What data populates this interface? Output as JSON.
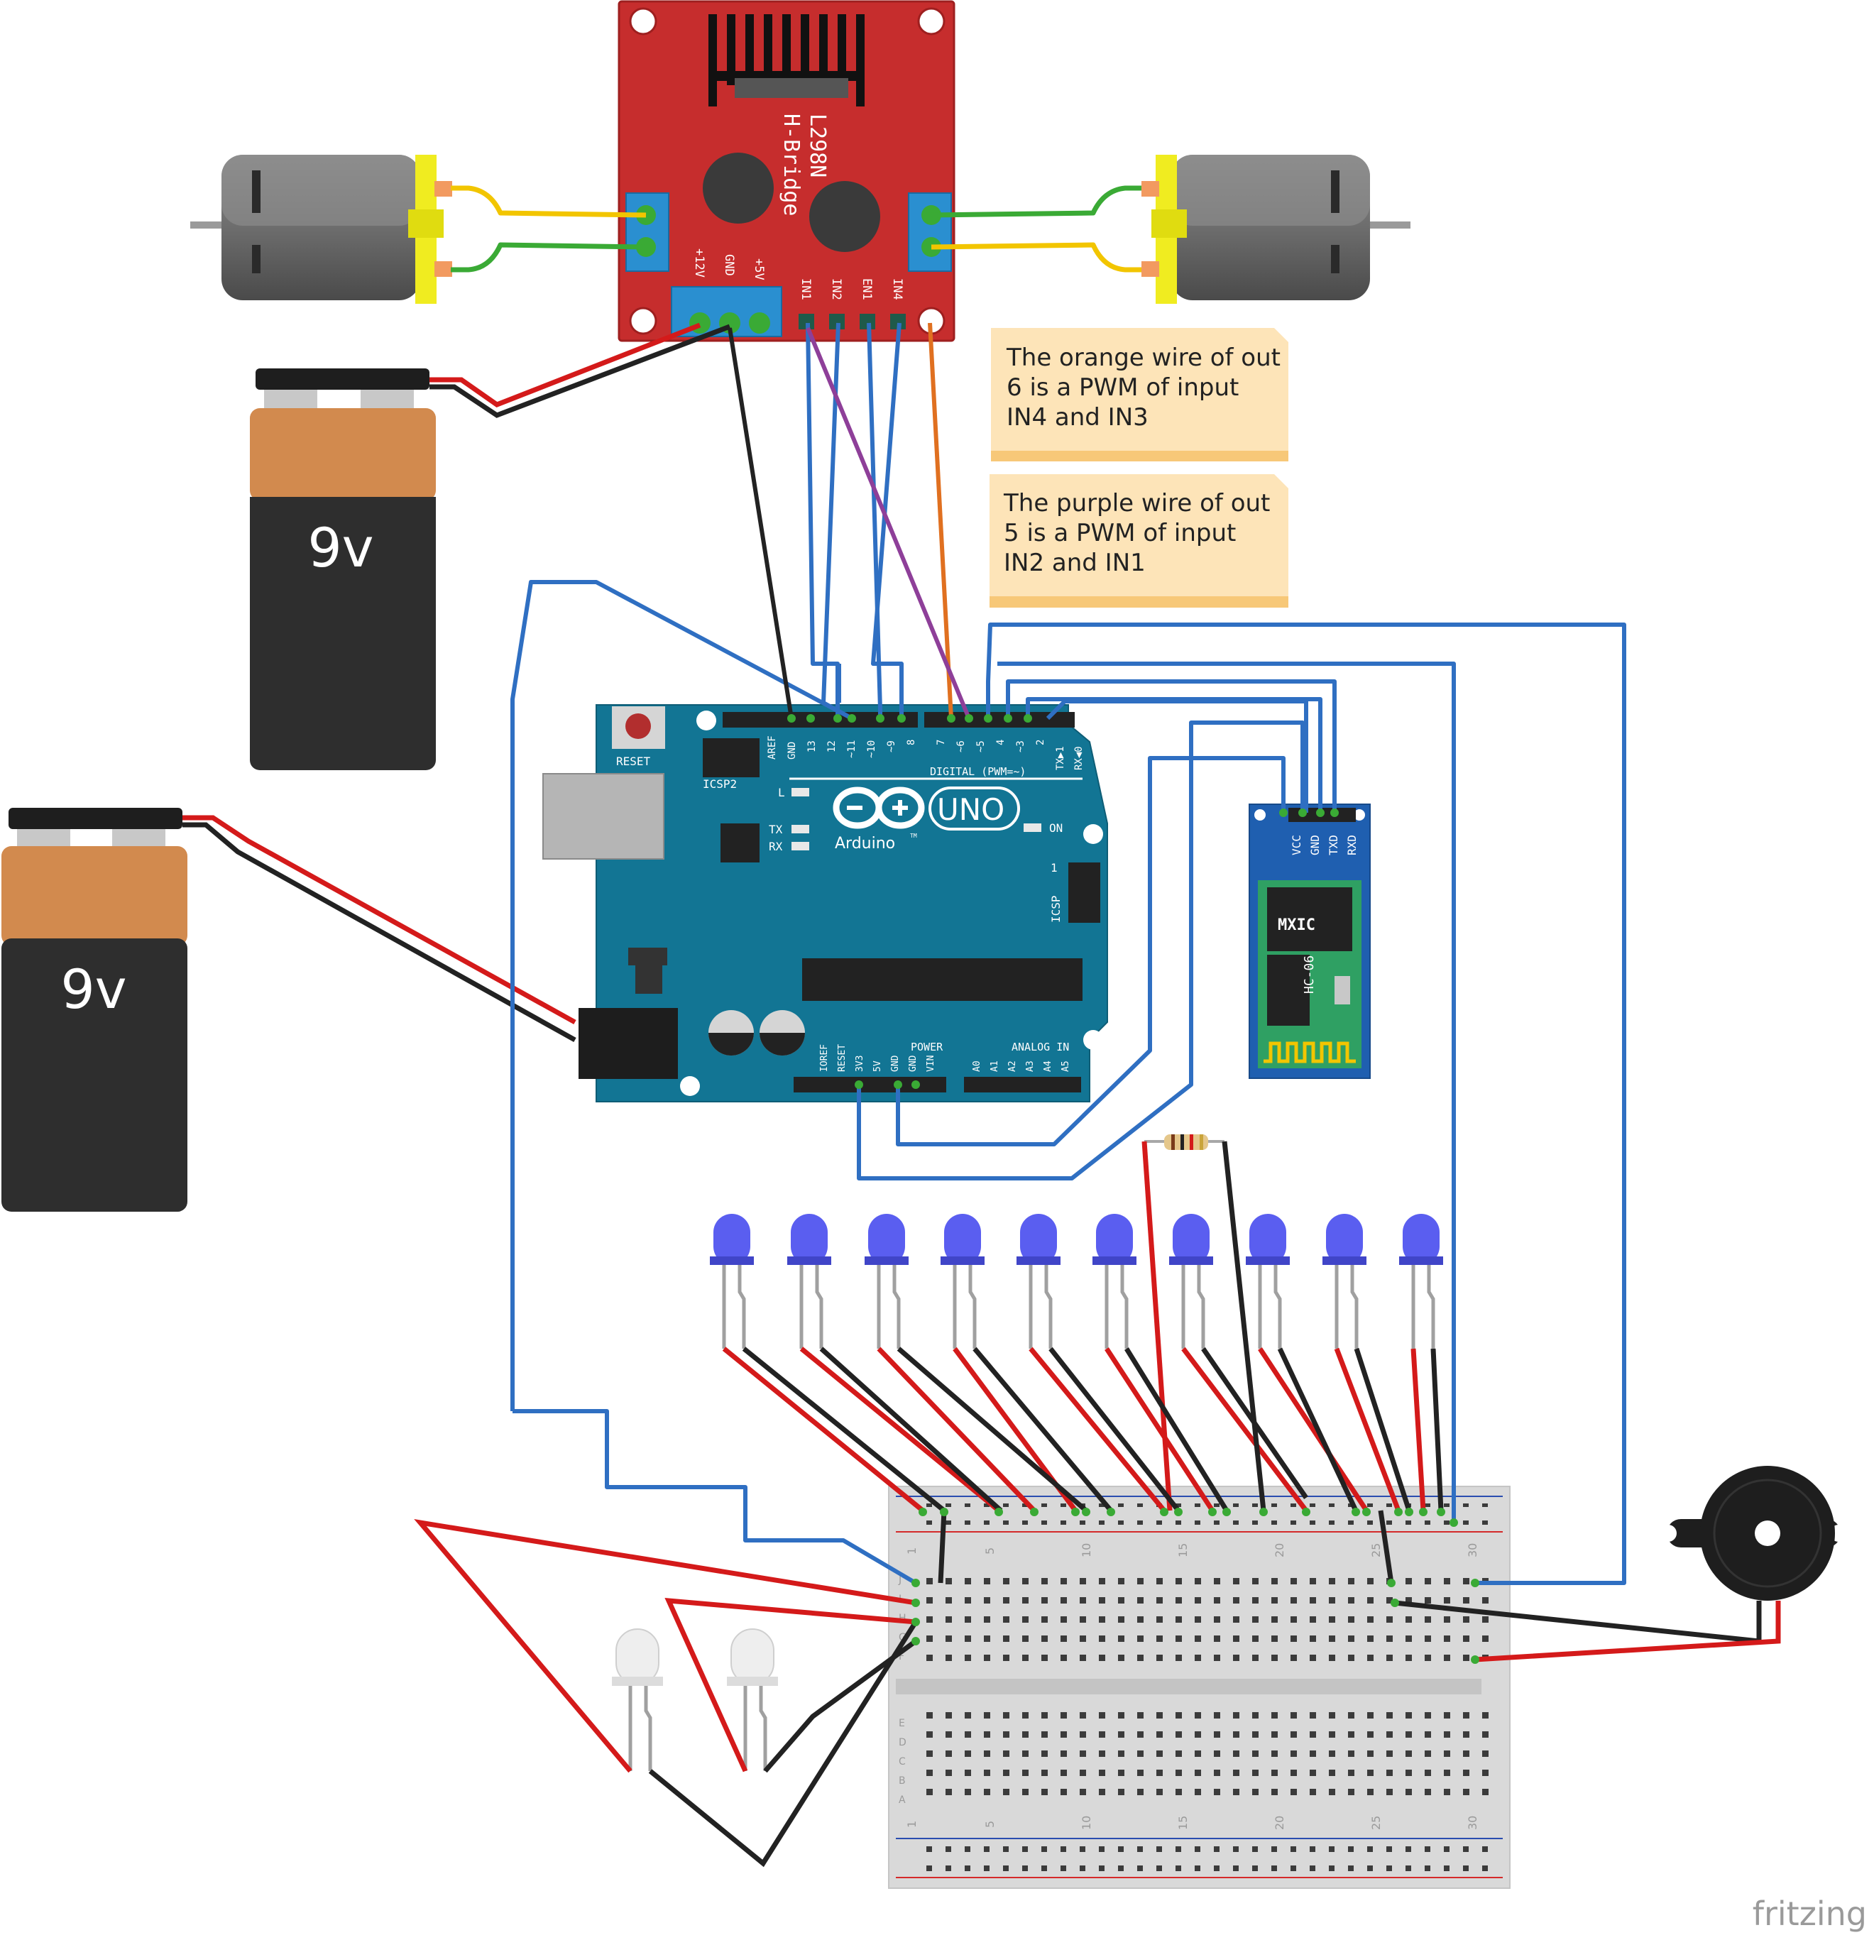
{
  "hbridge": {
    "title_line1": "L298N",
    "title_line2": "H-Bridge",
    "pin_12v": "+12V",
    "pin_gnd": "GND",
    "pin_5v": "+5V",
    "pin_in1": "IN1",
    "pin_in2": "IN2",
    "pin_en": "EN1",
    "pin_in4": "IN4",
    "color": "#c62d2d"
  },
  "notes": [
    {
      "lines": [
        "The orange wire of out",
        "6 is a PWM of input",
        "IN4 and IN3"
      ]
    },
    {
      "lines": [
        "The purple wire of out",
        "5 is a PWM of input",
        "IN2 and IN1"
      ]
    }
  ],
  "batteries": [
    {
      "label": "9v"
    },
    {
      "label": "9v"
    }
  ],
  "arduino": {
    "reset": "RESET",
    "icsp2": "ICSP2",
    "aref": "AREF",
    "gnd": "GND",
    "digital_pins": [
      "13",
      "12",
      "~11",
      "~10",
      "~9",
      "8",
      "7",
      "~6",
      "~5",
      "4",
      "~3",
      "2",
      "TX▶1",
      "RX◀0"
    ],
    "digital_label": "DIGITAL (PWM=~)",
    "led_l": "L",
    "tx": "TX",
    "rx": "RX",
    "uno": "UNO",
    "brand": "Arduino",
    "tm": "TM",
    "on": "ON",
    "icsp": "ICSP",
    "icsp_1": "1",
    "power_label": "POWER",
    "power_pins": [
      "IOREF",
      "RESET",
      "3V3",
      "5V",
      "GND",
      "GND",
      "VIN"
    ],
    "analog_label": "ANALOG IN",
    "analog_pins": [
      "A0",
      "A1",
      "A2",
      "A3",
      "A4",
      "A5"
    ],
    "color": "#127594"
  },
  "bluetooth": {
    "pins": [
      "VCC",
      "GND",
      "TXD",
      "RXD"
    ],
    "chip": "MXIC",
    "model": "HC-06"
  },
  "breadboard": {
    "column_numbers": [
      "1",
      "5",
      "10",
      "15",
      "20",
      "25",
      "30"
    ],
    "row_letters_top": [
      "J",
      "I",
      "H",
      "G",
      "F"
    ],
    "row_letters_bottom": [
      "E",
      "D",
      "C",
      "B",
      "A"
    ]
  },
  "wire_colors": {
    "blue": "#2f6fc2",
    "red": "#d41a1a",
    "black": "#222222",
    "orange": "#e07020",
    "purple": "#8e3f99",
    "green": "#3aaa35",
    "yellow": "#f2c500"
  },
  "watermark": "fritzing"
}
